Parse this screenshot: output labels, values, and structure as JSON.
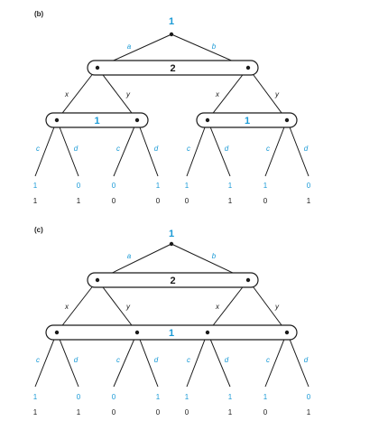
{
  "colors": {
    "accent": "#1a9ad6",
    "ink": "#1a1a1a"
  },
  "panels": [
    {
      "label": "(b)",
      "root_player": "1",
      "root_actions": [
        "a",
        "b"
      ],
      "second_player": "2",
      "second_actions": [
        "x",
        "y"
      ],
      "third_sets": [
        {
          "player": "1"
        },
        {
          "player": "1"
        }
      ],
      "third_actions": [
        "c",
        "d"
      ],
      "payoffs_p1": [
        "1",
        "0",
        "0",
        "1",
        "1",
        "1",
        "1",
        "0"
      ],
      "payoffs_p2": [
        "1",
        "1",
        "0",
        "0",
        "0",
        "1",
        "0",
        "1"
      ]
    },
    {
      "label": "(c)",
      "root_player": "1",
      "root_actions": [
        "a",
        "b"
      ],
      "second_player": "2",
      "second_actions": [
        "x",
        "y"
      ],
      "third_sets": [
        {
          "player": "1"
        }
      ],
      "third_actions": [
        "c",
        "d"
      ],
      "payoffs_p1": [
        "1",
        "0",
        "0",
        "1",
        "1",
        "1",
        "1",
        "0"
      ],
      "payoffs_p2": [
        "1",
        "1",
        "0",
        "0",
        "0",
        "1",
        "0",
        "1"
      ]
    }
  ]
}
